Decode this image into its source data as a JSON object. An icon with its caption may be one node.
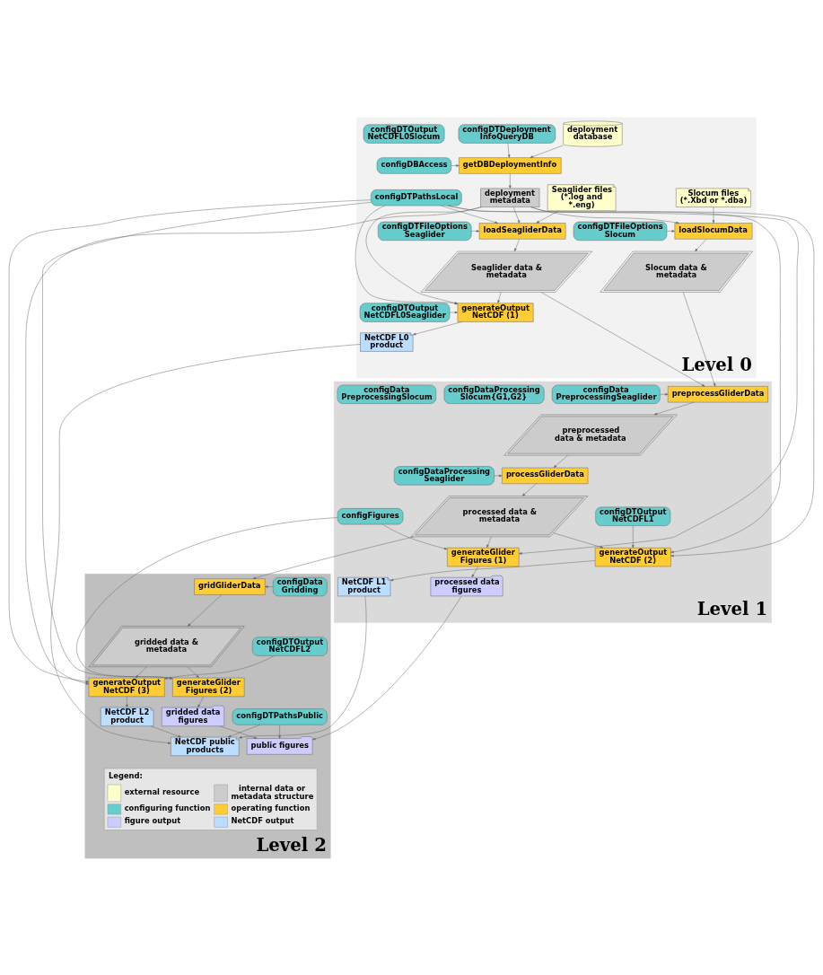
{
  "diagram": {
    "nodes": [
      {
        "text": [
          "Level 0"
        ]
      },
      {
        "text": [
          "deployment database"
        ],
        "in": 0
      },
      {
        "text": [
          "getDBDeploymentInfo"
        ],
        "in": 0
      },
      {
        "text": [
          "configDBAccess"
        ],
        "in": 0
      },
      {
        "text": [
          "configDTDeployment InfoQueryDB"
        ],
        "in": 0
      },
      {
        "text": [
          "Slocum files (*.Xbd or *.dba)"
        ],
        "in": 0
      },
      {
        "text": [
          "Seaglider files (*.log and *.eng)"
        ],
        "in": 0
      },
      {
        "text": [
          "deployment metadata"
        ],
        "in": 0
      },
      {
        "text": [
          "configDTFileOptions Slocum"
        ],
        "in": 0
      },
      {
        "text": [
          "loadSlocumData"
        ],
        "in": 0
      },
      {
        "text": [
          "configDTFileOptions Seaglider"
        ],
        "in": 0
      },
      {
        "text": [
          "loadSeagliderData"
        ],
        "in": 0
      },
      {
        "text": [
          "configDTPathsLocal"
        ],
        "in": 0
      },
      {
        "text": [
          "Slocum data & metadata"
        ],
        "in": 0
      },
      {
        "text": [
          "Seaglider data & metadata"
        ],
        "in": 0
      },
      {
        "text": [
          "configDTOutput NetCDFL0Slocum"
        ],
        "in": 0
      },
      {
        "text": [
          "configDTOutput NetCDFL0Seaglider"
        ],
        "in": 0
      },
      {
        "text": [
          "generateOutput NetCDF (1)"
        ],
        "in": 0
      },
      {
        "text": [
          "NetCDF L0 product"
        ],
        "in": 0
      },
      {
        "text": [
          "Level 1"
        ]
      },
      {
        "text": [
          "configData PreprocessingSlocum"
        ],
        "in": 19
      },
      {
        "text": [
          "configData PreprocessingSeaglider"
        ],
        "in": 19
      },
      {
        "text": [
          "preprocessGliderData"
        ],
        "in": 19
      },
      {
        "text": [
          "preprocessed data & metadata"
        ],
        "in": 19
      },
      {
        "text": [
          "configDataProcessing Slocum{G1,G2}"
        ],
        "in": 19
      },
      {
        "text": [
          "configDataProcessing Seaglider"
        ],
        "in": 19
      },
      {
        "text": [
          "processGliderData"
        ],
        "in": 19
      },
      {
        "text": [
          "processed data & metadata"
        ],
        "in": 19
      },
      {
        "text": [
          "configFigures"
        ],
        "in": 19
      },
      {
        "text": [
          "configDTOutput NetCDFL1"
        ],
        "in": 19
      },
      {
        "text": [
          "generateGlider Figures (1)"
        ],
        "in": 19
      },
      {
        "text": [
          "generateOutput NetCDF (2)"
        ],
        "in": 19
      },
      {
        "text": [
          "processed data figures"
        ],
        "in": 19
      },
      {
        "text": [
          "NetCDF L1 product"
        ],
        "in": 19
      },
      {
        "text": [
          "Level 2"
        ]
      },
      {
        "text": [
          "configData Gridding"
        ],
        "in": 34
      },
      {
        "text": [
          "gridGliderData"
        ],
        "in": 34
      },
      {
        "text": [
          "gridded data & metadata"
        ],
        "in": 34
      },
      {
        "text": [
          "configDTOutput NetCDFL2"
        ],
        "in": 34
      },
      {
        "text": [
          "generateGlider Figures (2)"
        ],
        "in": 34
      },
      {
        "text": [
          "generateOutput NetCDF (3)"
        ],
        "in": 34
      },
      {
        "text": [
          "gridded data figures"
        ],
        "in": 34
      },
      {
        "text": [
          "NetCDF L2 product"
        ],
        "in": 34
      },
      {
        "text": [
          "configDTPathsPublic"
        ],
        "in": 34
      },
      {
        "text": [
          "public figures"
        ],
        "in": 34
      },
      {
        "text": [
          "NetCDF public products"
        ],
        "in": 34
      }
    ],
    "edges": [
      {
        "from": 1,
        "to": 2,
        "arrow": "to"
      },
      {
        "from": 3,
        "to": 2,
        "arrow": "to"
      },
      {
        "from": 4,
        "to": 2,
        "arrow": "to"
      },
      {
        "from": 2,
        "to": 7,
        "arrow": "to"
      },
      {
        "from": 5,
        "to": 9,
        "arrow": "to"
      },
      {
        "from": 6,
        "to": 11,
        "arrow": "to"
      },
      {
        "from": 7,
        "to": 9,
        "arrow": "to"
      },
      {
        "from": 7,
        "to": 11,
        "arrow": "to"
      },
      {
        "from": 7,
        "to": 17,
        "arrow": "to"
      },
      {
        "from": 7,
        "to": 31,
        "arrow": "to"
      },
      {
        "from": 7,
        "to": 40,
        "arrow": "to"
      },
      {
        "from": 8,
        "to": 9,
        "arrow": "to"
      },
      {
        "from": 10,
        "to": 11,
        "arrow": "to"
      },
      {
        "from": 12,
        "to": 11,
        "arrow": "to"
      },
      {
        "from": 12,
        "to": 17,
        "arrow": "to"
      },
      {
        "from": 12,
        "to": 30,
        "arrow": "to"
      },
      {
        "from": 12,
        "to": 31,
        "arrow": "to"
      },
      {
        "from": 12,
        "to": 39,
        "arrow": "to"
      },
      {
        "from": 12,
        "to": 40,
        "arrow": "to"
      },
      {
        "from": 9,
        "to": 13,
        "arrow": "to"
      },
      {
        "from": 11,
        "to": 14,
        "arrow": "to"
      },
      {
        "from": 14,
        "to": 17,
        "arrow": "to"
      },
      {
        "from": 16,
        "to": 17,
        "arrow": "to"
      },
      {
        "from": 17,
        "to": 18,
        "arrow": "to"
      },
      {
        "from": 13,
        "to": 22,
        "arrow": "to"
      },
      {
        "from": 14,
        "to": 22,
        "arrow": "to"
      },
      {
        "from": 21,
        "to": 22,
        "arrow": "to"
      },
      {
        "from": 22,
        "to": 23,
        "arrow": "to"
      },
      {
        "from": 23,
        "to": 26,
        "arrow": "to"
      },
      {
        "from": 25,
        "to": 26,
        "arrow": "to"
      },
      {
        "from": 26,
        "to": 27,
        "arrow": "to"
      },
      {
        "from": 27,
        "to": 30,
        "arrow": "to"
      },
      {
        "from": 27,
        "to": 31,
        "arrow": "to"
      },
      {
        "from": 27,
        "to": 36,
        "arrow": "to"
      },
      {
        "from": 28,
        "to": 30,
        "arrow": "to"
      },
      {
        "from": 28,
        "to": 39,
        "arrow": "to"
      },
      {
        "from": 29,
        "to": 31,
        "arrow": "to"
      },
      {
        "from": 30,
        "to": 32,
        "arrow": "to"
      },
      {
        "from": 31,
        "to": 33,
        "arrow": "to"
      },
      {
        "from": 35,
        "to": 36,
        "arrow": "to"
      },
      {
        "from": 36,
        "to": 37,
        "arrow": "to"
      },
      {
        "from": 37,
        "to": 39,
        "arrow": "to"
      },
      {
        "from": 37,
        "to": 40,
        "arrow": "to"
      },
      {
        "from": 38,
        "to": 40,
        "arrow": "to"
      },
      {
        "from": 39,
        "to": 41,
        "arrow": "to"
      },
      {
        "from": 40,
        "to": 42,
        "arrow": "to"
      },
      {
        "from": 32,
        "to": 44,
        "arrow": "to"
      },
      {
        "from": 41,
        "to": 44,
        "arrow": "to"
      },
      {
        "from": 18,
        "to": 45,
        "arrow": "to"
      },
      {
        "from": 33,
        "to": 45,
        "arrow": "to"
      },
      {
        "from": 42,
        "to": 45,
        "arrow": "to"
      },
      {
        "from": 43,
        "to": 44,
        "arrow": "to"
      },
      {
        "from": 43,
        "to": 45,
        "arrow": "to"
      }
    ],
    "labels": [
      "Legend:"
    ],
    "legend": [
      {
        "text": "external resource",
        "color": "#ffffcc"
      },
      {
        "text": "internal data or metadata structure",
        "color": "#cccccc"
      },
      {
        "text": "configuring function",
        "color": "#66cccc"
      },
      {
        "text": "operating function",
        "color": "#ffcc33"
      },
      {
        "text": "figure output",
        "color": "#ccccff"
      },
      {
        "text": "NetCDF output",
        "color": "#bbddff"
      }
    ]
  }
}
